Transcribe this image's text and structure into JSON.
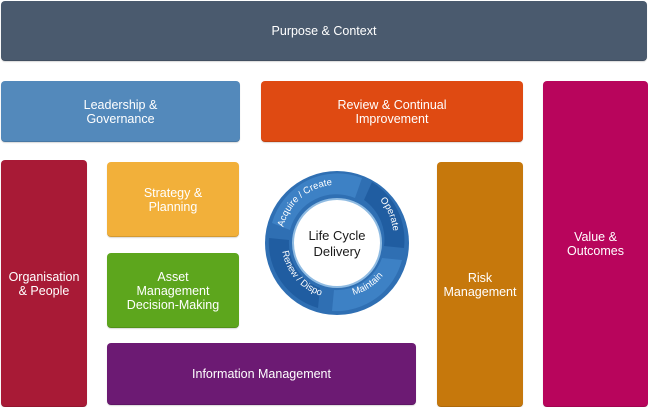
{
  "boxes": {
    "purpose": {
      "label": "Purpose & Context",
      "color": "#4a5a6e"
    },
    "leadership": {
      "label": "Leadership &\nGovernance",
      "color": "#5389bb"
    },
    "review": {
      "label": "Review & Continual\nImprovement",
      "color": "#df4a12"
    },
    "value": {
      "label": "Value &\nOutcomes",
      "color": "#b8055c"
    },
    "organisation": {
      "label": "Organisation\n& People",
      "color": "#a81a36"
    },
    "strategy": {
      "label": "Strategy &\nPlanning",
      "color": "#f2b03a"
    },
    "asset": {
      "label": "Asset\nManagement\nDecision-Making",
      "color": "#5da61d"
    },
    "risk": {
      "label": "Risk\nManagement",
      "color": "#c6780c"
    },
    "infomgmt": {
      "label": "Information Management",
      "color": "#6c1a73"
    }
  },
  "lifecycle": {
    "center_line1": "Life Cycle",
    "center_line2": "Delivery",
    "stages": [
      "Acquire / Create",
      "Operate",
      "Maintain",
      "Renew / Dispose"
    ],
    "ring_color": "#2a6cb0",
    "ring_color_light": "#5b9bd5"
  }
}
